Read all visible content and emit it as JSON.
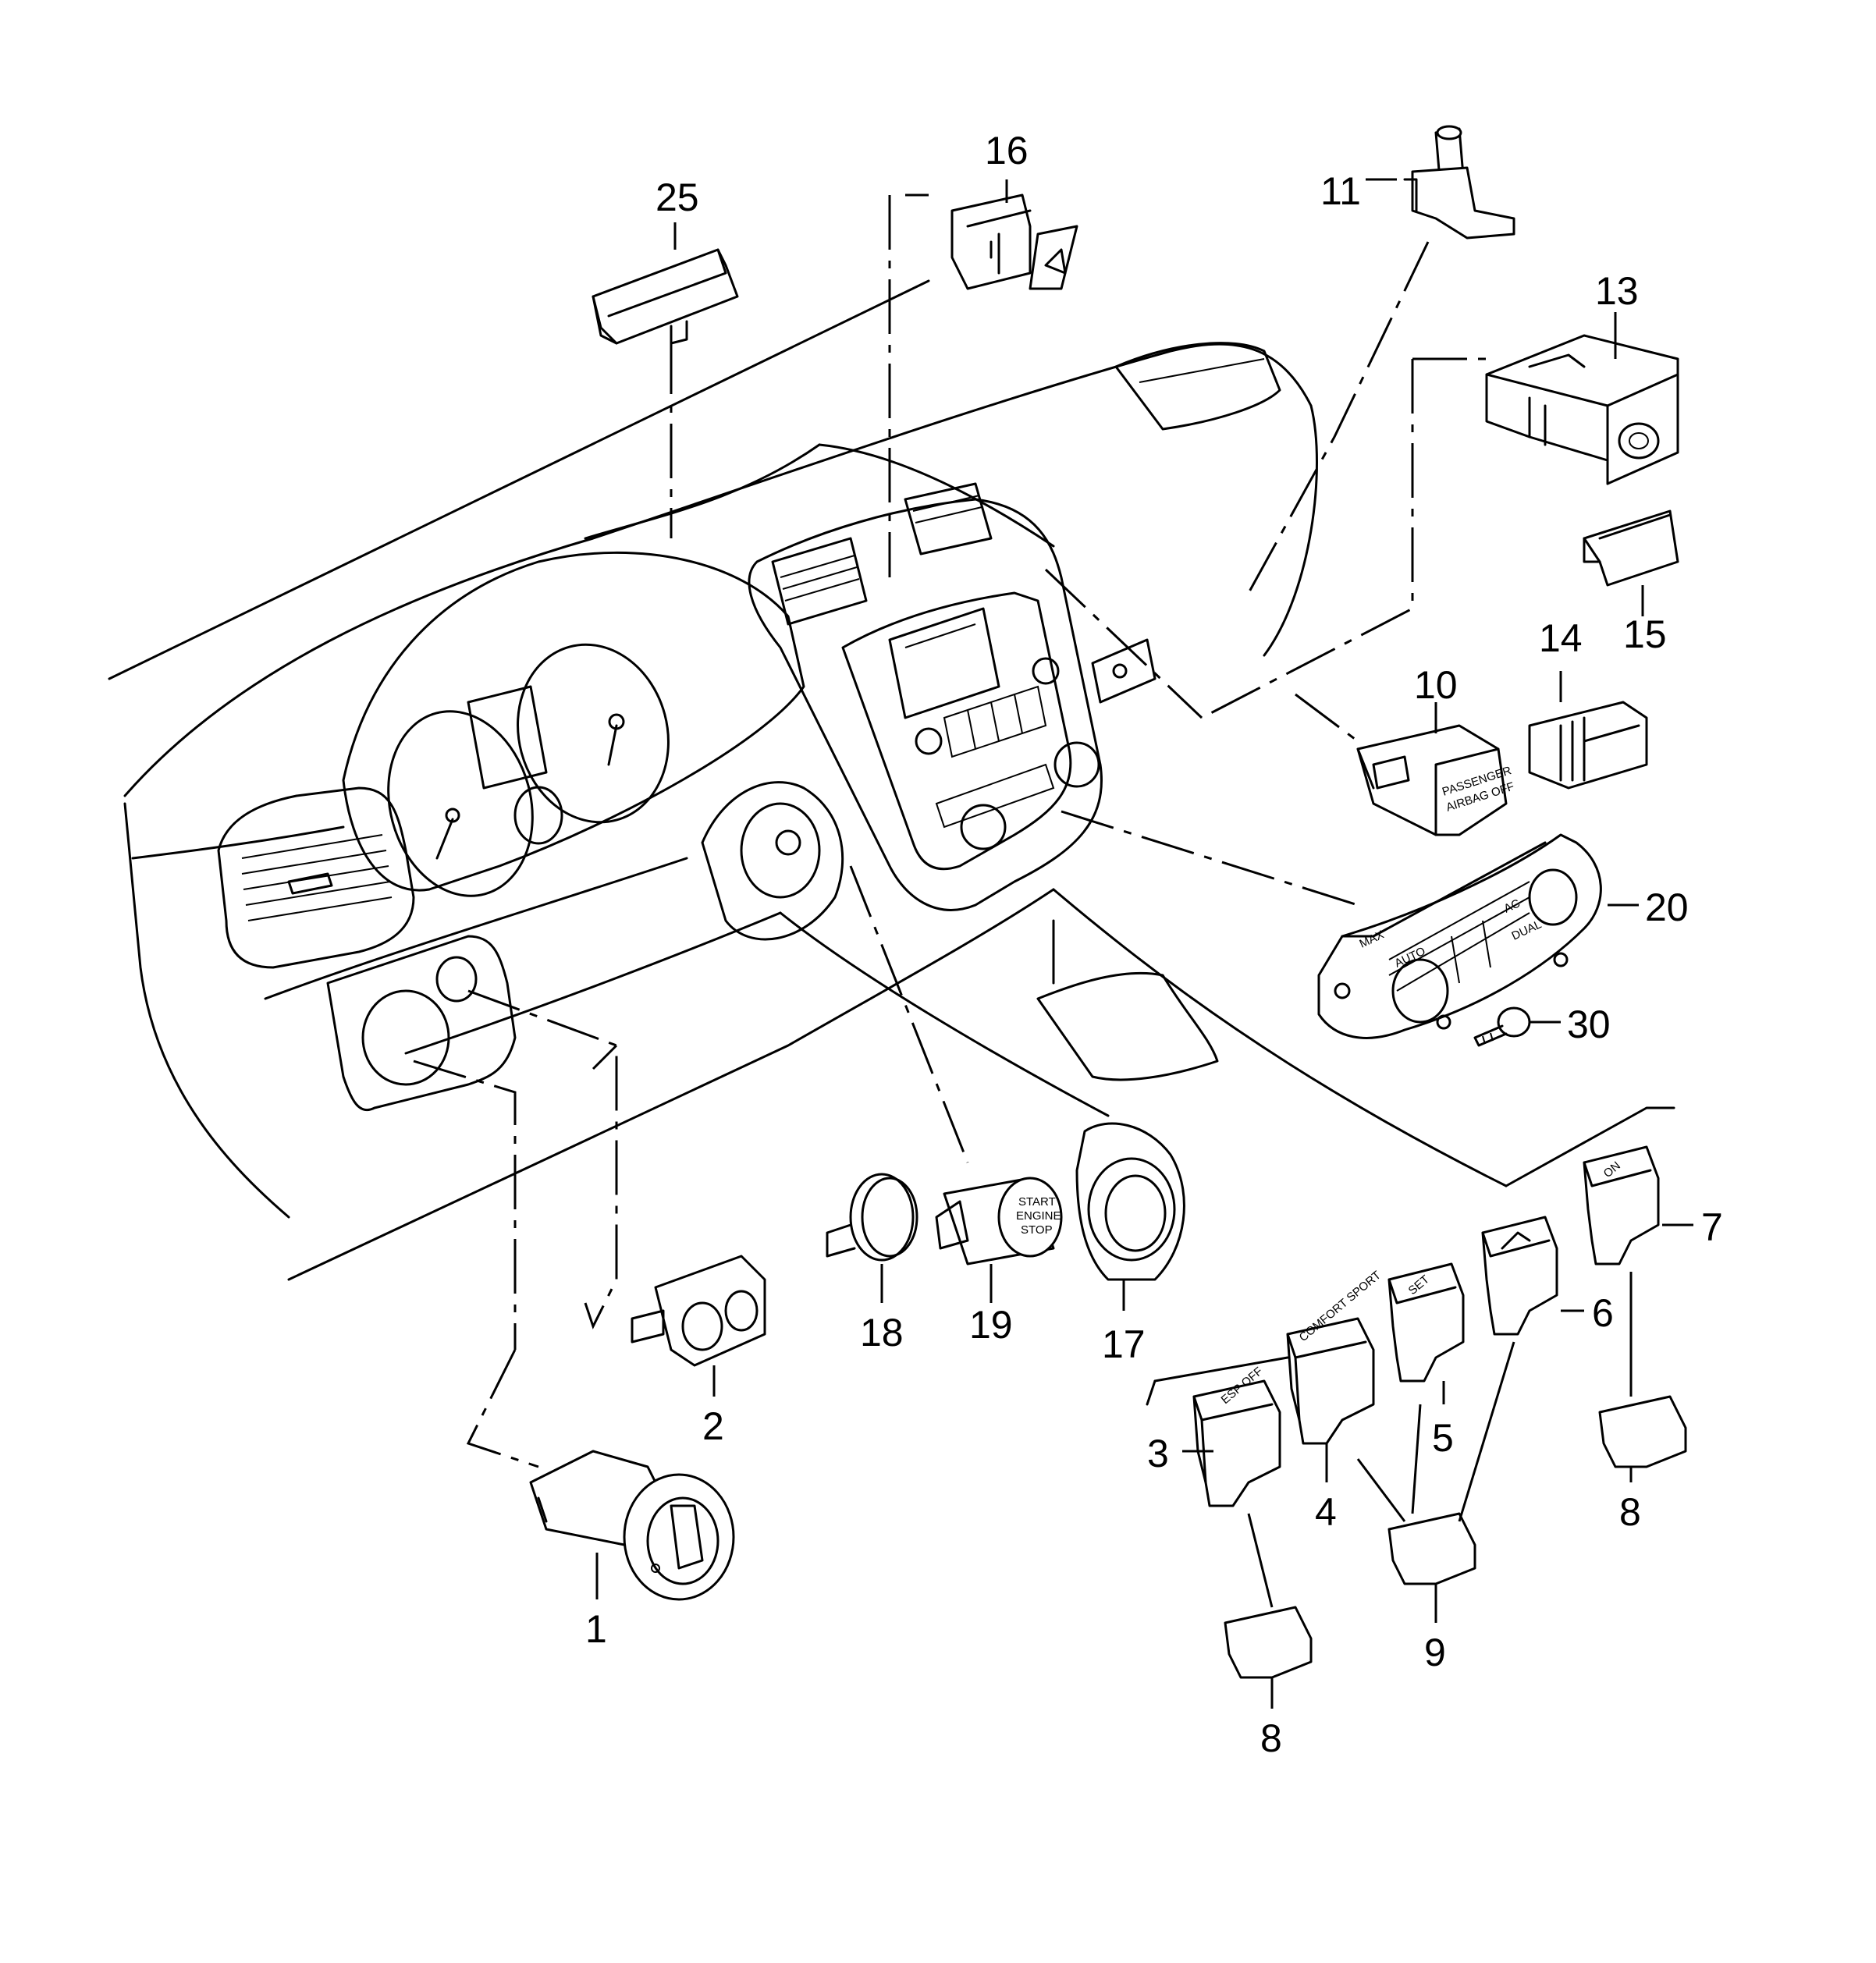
{
  "callouts": {
    "c1": "1",
    "c2": "2",
    "c3": "3",
    "c4": "4",
    "c5": "5",
    "c6": "6",
    "c7": "7",
    "c8a": "8",
    "c8b": "8",
    "c9": "9",
    "c10": "10",
    "c11": "11",
    "c13": "13",
    "c14": "14",
    "c15": "15",
    "c16": "16",
    "c17": "17",
    "c18": "18",
    "c19": "19",
    "c20": "20",
    "c25": "25",
    "c30": "30"
  },
  "part_text": {
    "airbag_line1": "PASSENGER",
    "airbag_line2": "AIRBAG OFF",
    "start_line1": "START",
    "start_line2": "ENGINE",
    "start_line3": "STOP",
    "climate_auto": "AUTO",
    "climate_ac": "AC",
    "climate_max": "MAX",
    "climate_dual": "DUAL",
    "esp_off": "ESP OFF",
    "comfort_sport": "COMFORT SPORT",
    "set": "SET",
    "on": "ON"
  }
}
